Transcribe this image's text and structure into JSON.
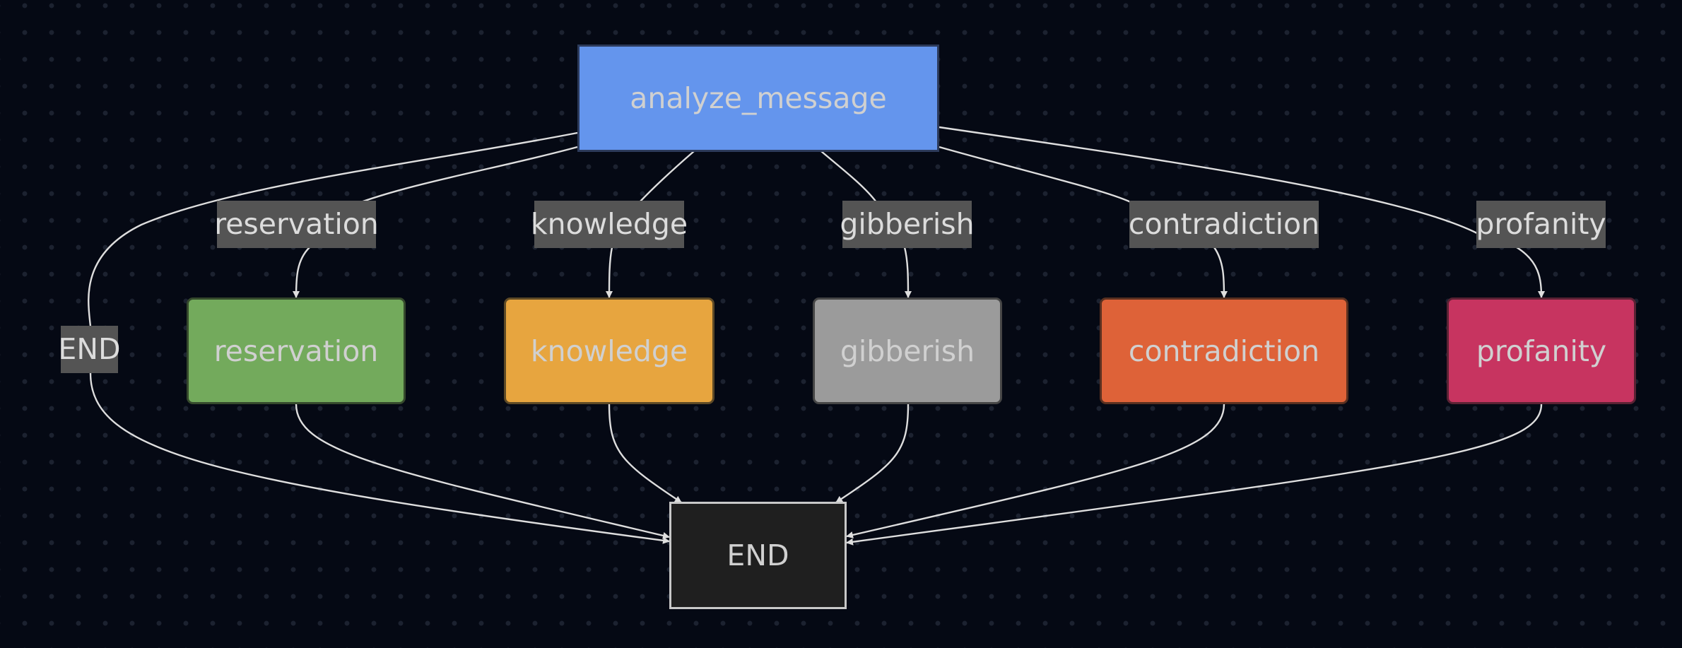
{
  "colors": {
    "background": "#050914",
    "edge": "#dedede",
    "edge_label_bg": "#545454"
  },
  "nodes": {
    "analyze_message": {
      "label": "analyze_message",
      "fill": "#6495ed",
      "border": "#2c3a5a"
    },
    "reservation": {
      "label": "reservation",
      "fill": "#73aa5c",
      "border": "#35492c"
    },
    "knowledge": {
      "label": "knowledge",
      "fill": "#e7a53f",
      "border": "#5e4a26"
    },
    "gibberish": {
      "label": "gibberish",
      "fill": "#9b9b9b",
      "border": "#464646"
    },
    "contradiction": {
      "label": "contradiction",
      "fill": "#de6238",
      "border": "#5a3020"
    },
    "profanity": {
      "label": "profanity",
      "fill": "#c73460",
      "border": "#5b2234"
    },
    "end": {
      "label": "END",
      "fill": "#1f1f1f",
      "border": "#c8c8c8"
    }
  },
  "edge_labels": {
    "end": "END",
    "reservation": "reservation",
    "knowledge": "knowledge",
    "gibberish": "gibberish",
    "contradiction": "contradiction",
    "profanity": "profanity"
  }
}
